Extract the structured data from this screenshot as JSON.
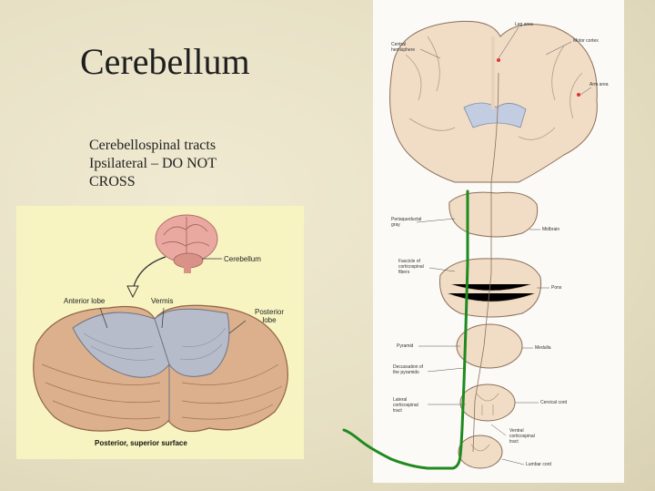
{
  "title": "Cerebellum",
  "bullets": [
    "Cerebellospinal tracts",
    "Ipsilateral – DO  NOT",
    "CROSS"
  ],
  "left_figure": {
    "small_label": "Cerebellum",
    "anterior": "Anterior lobe",
    "vermis": "Vermis",
    "posterior": "Posterior lobe",
    "caption": "Posterior, superior surface"
  },
  "right_figure": {
    "labels": {
      "central_hemisphere": "Central hemisphere",
      "leg_area": "Leg area",
      "motor_cortex": "Motor cortex",
      "arm_area": "Arm area",
      "periaqueductal": "Periaqueductal gray",
      "midbrain": "Midbrain",
      "fascicle": "Fascicle of corticospinal fibers",
      "pons": "Pons",
      "pyramid": "Pyramid",
      "medulla": "Medulla",
      "decussation": "Decussation of the pyramids",
      "lateral_tract": "Lateral corticospinal tract",
      "cervical": "Cervical cord",
      "ventral_tract": "Ventral corticospinal tract",
      "lumbar": "Lumbar cord"
    }
  },
  "colors": {
    "background": "#e8e1c6",
    "green_annotation": "#1f8a1f",
    "brain_fill": "#f1ddc6",
    "gray_lobe": "#b7bccb",
    "tan_lobe": "#dcb08c"
  }
}
